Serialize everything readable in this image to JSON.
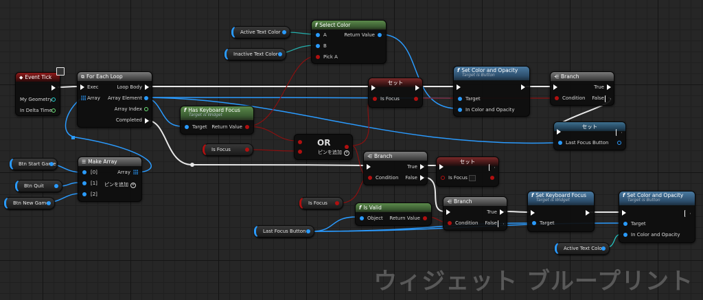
{
  "canvas": {
    "watermark": "ウィジェット ブループリント"
  },
  "nodes": {
    "event_tick": {
      "title": "Event Tick",
      "pins": {
        "my_geometry": "My Geometry",
        "in_delta_time": "In Delta Time"
      }
    },
    "for_each_loop": {
      "title": "For Each Loop",
      "pins": {
        "exec": "Exec",
        "array": "Array",
        "loop_body": "Loop Body",
        "array_element": "Array Element",
        "array_index": "Array Index",
        "completed": "Completed"
      }
    },
    "select_color": {
      "title": "Select Color",
      "pins": {
        "a": "A",
        "b": "B",
        "pick_a": "Pick A",
        "return_value": "Return Value"
      }
    },
    "set_color_opacity_1": {
      "title": "Set Color and Opacity",
      "subtitle": "Target is Button",
      "pins": {
        "target": "Target",
        "in_color": "In Color and Opacity"
      }
    },
    "branch_1": {
      "title": "Branch",
      "pins": {
        "true": "True",
        "condition": "Condition",
        "false": "False"
      }
    },
    "set_1": {
      "title": "セット",
      "pins": {
        "is_focus": "Is Focus"
      }
    },
    "has_keyboard_focus": {
      "title": "Has Keyboard Focus",
      "subtitle": "Target is Widget",
      "pins": {
        "target": "Target",
        "return_value": "Return Value"
      }
    },
    "or": {
      "title": "OR",
      "add_pin": "ピンを追加"
    },
    "set_2": {
      "title": "セット",
      "pins": {
        "last_focus_button": "Last Focus Button"
      }
    },
    "make_array": {
      "title": "Make Array",
      "pins": {
        "0": "[0]",
        "1": "[1]",
        "2": "[2]",
        "array": "Array"
      },
      "add_pin": "ピンを追加"
    },
    "branch_2": {
      "title": "Branch",
      "pins": {
        "true": "True",
        "condition": "Condition",
        "false": "False"
      }
    },
    "set_3": {
      "title": "セット",
      "pins": {
        "is_focus": "Is Focus"
      }
    },
    "is_valid": {
      "title": "Is Valid",
      "pins": {
        "object": "Object",
        "return_value": "Return Value"
      }
    },
    "branch_3": {
      "title": "Branch",
      "pins": {
        "true": "True",
        "condition": "Condition",
        "false": "False"
      }
    },
    "set_keyboard_focus": {
      "title": "Set Keyboard Focus",
      "subtitle": "Target is Widget",
      "pins": {
        "target": "Target"
      }
    },
    "set_color_opacity_2": {
      "title": "Set Color and Opacity",
      "subtitle": "Target is Button",
      "pins": {
        "target": "Target",
        "in_color": "In Color and Opacity"
      }
    }
  },
  "variables": {
    "active_text_color_1": "Active Text Color",
    "inactive_text_color": "Inactive Text Color",
    "btn_start_game": "Btn Start Game",
    "btn_quit": "Btn Quit",
    "btn_new_game": "Btn New Game",
    "is_focus_1": "Is Focus",
    "is_focus_2": "Is Focus",
    "last_focus_button": "Last Focus Button",
    "active_text_color_2": "Active Text Color"
  },
  "colors": {
    "exec": "#ffffff",
    "object": "#2a9bff",
    "bool": "#b01010",
    "struct": "#24d3d0",
    "float": "#6fe87a"
  }
}
